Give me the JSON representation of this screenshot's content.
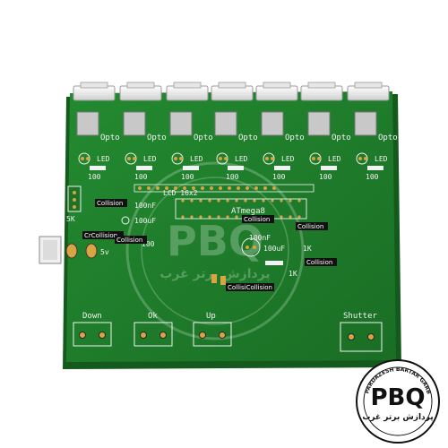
{
  "board": {
    "opto_label": "Opto",
    "led_label": "LED",
    "resistor_100": "100",
    "lcd_label": "LCD 16x2",
    "mcu_label": "ATmega8",
    "cap_100nf": "100nF",
    "cap_100uf": "100uF",
    "cap_100uf_2": "100uF",
    "res_1k": "1K",
    "res_1k_2": "1K",
    "res_100": "100",
    "pot_5k": "5K",
    "power_5v": "5v",
    "button_down": "Down",
    "button_ok": "Ok",
    "button_up": "Up",
    "button_shutter": "Shutter"
  },
  "collision": {
    "label_1": "Collision",
    "label_2": "Collision",
    "label_3": "CrCollision",
    "label_4": "Collision",
    "label_5": "Collision",
    "label_6": "Collision",
    "label_7": "CollisiCollision"
  },
  "watermark": {
    "brand": "PBQ",
    "tagline": "پردازش برتر غرب",
    "ring_text": "PARDAZESH BARTAR GARB"
  },
  "colors": {
    "pcb": "#1e7a2a",
    "pcb_dark": "#155d1f",
    "copper": "#d9a441",
    "silkscreen": "#f2f2f2"
  }
}
